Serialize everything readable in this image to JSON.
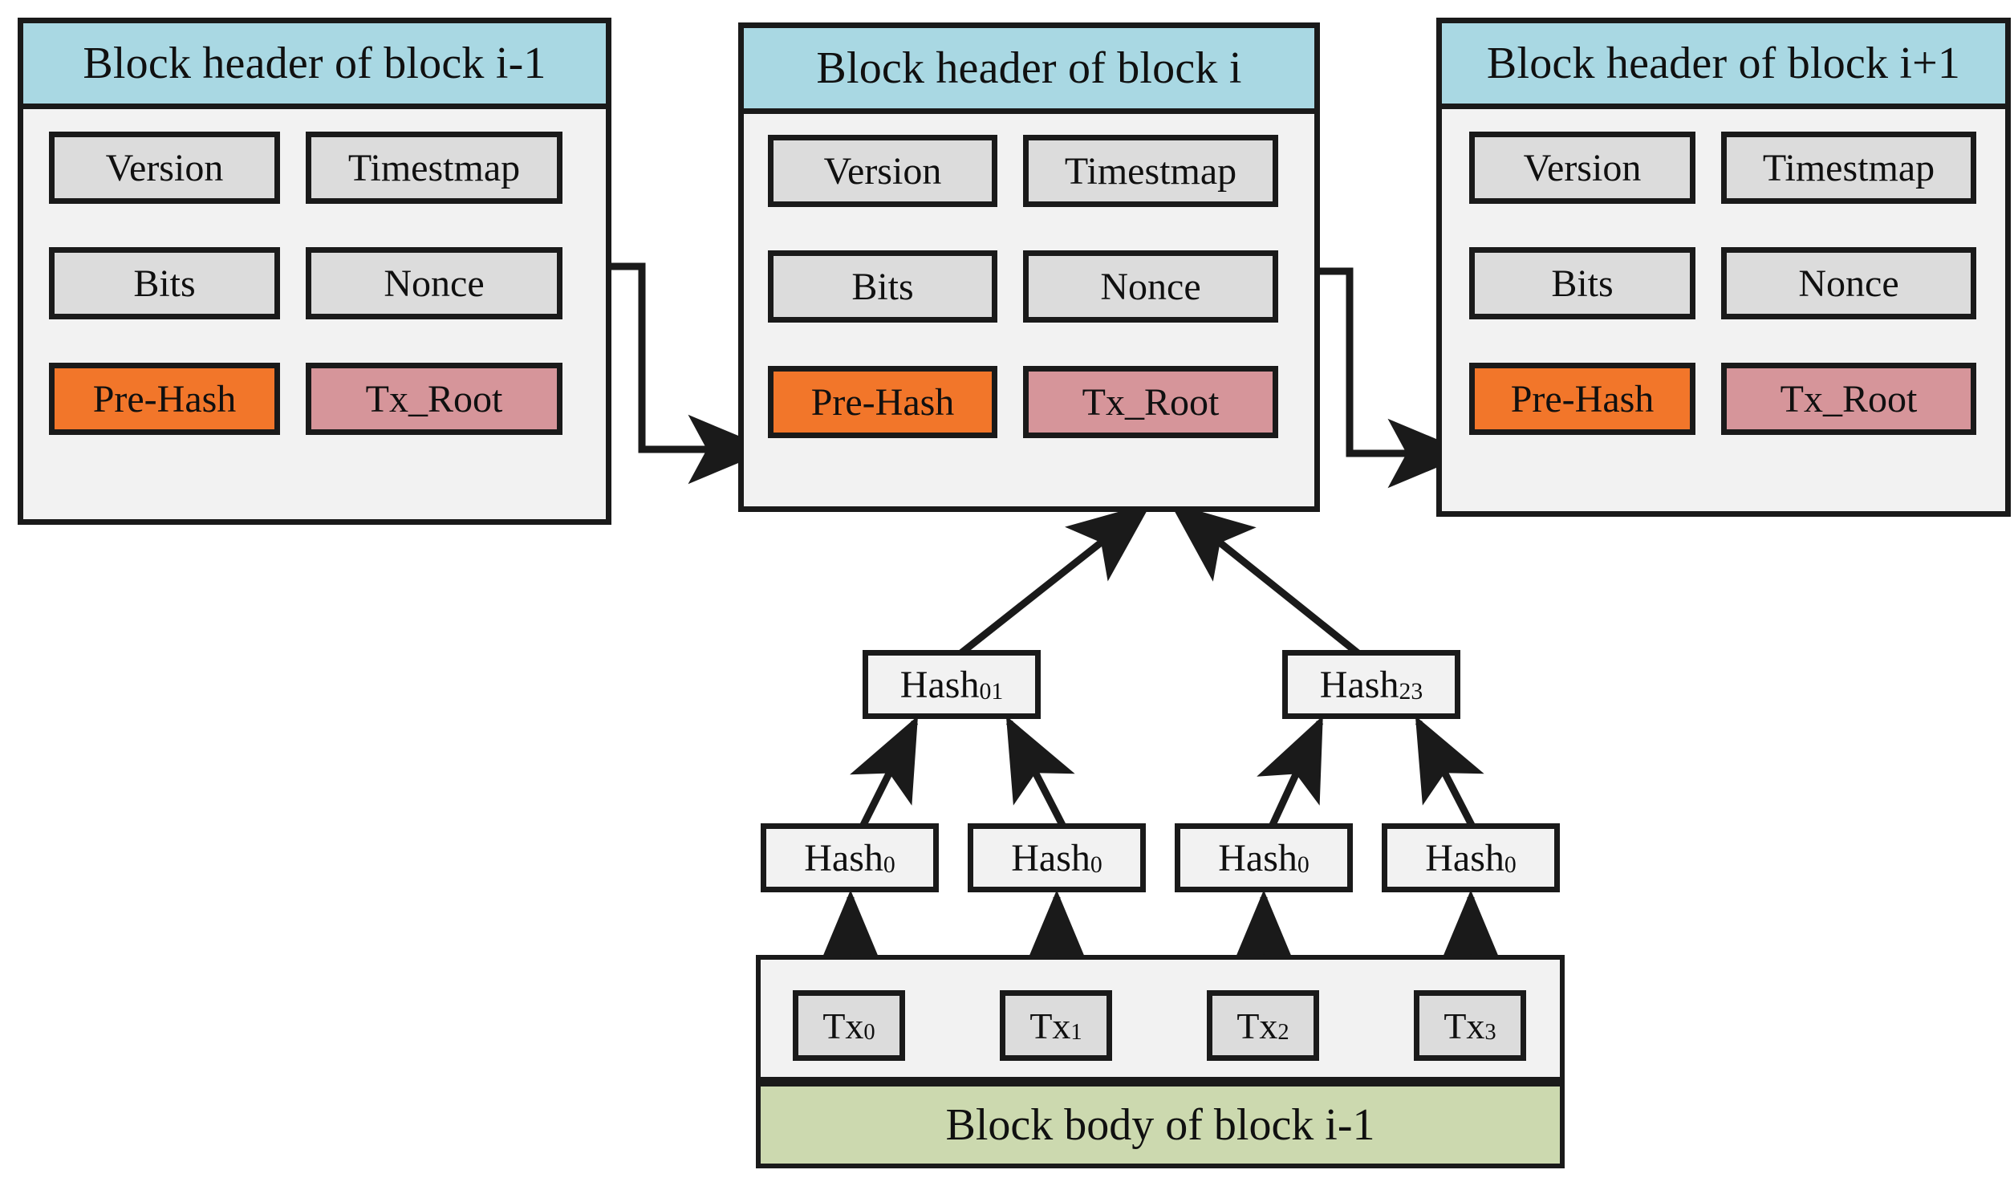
{
  "diagram": {
    "title": "Blockchain block header and Merkle tree structure",
    "colors": {
      "header_blue": "#a9d8e3",
      "card_body": "#f2f2f2",
      "field_grey": "#dcdcdc",
      "prehash_orange": "#f2762a",
      "txroot_pink": "#d6959a",
      "body_green": "#ccd9af",
      "stroke": "#1a1a1a"
    }
  },
  "blocks": [
    {
      "id": "block-prev",
      "title": "Block header of block i-1",
      "fields": [
        {
          "name": "version",
          "label": "Version"
        },
        {
          "name": "timestmap",
          "label": "Timestmap"
        },
        {
          "name": "bits",
          "label": "Bits"
        },
        {
          "name": "nonce",
          "label": "Nonce"
        },
        {
          "name": "pre-hash",
          "label": "Pre-Hash"
        },
        {
          "name": "tx-root",
          "label": "Tx_Root"
        }
      ]
    },
    {
      "id": "block-current",
      "title": "Block header of block i",
      "fields": [
        {
          "name": "version",
          "label": "Version"
        },
        {
          "name": "timestmap",
          "label": "Timestmap"
        },
        {
          "name": "bits",
          "label": "Bits"
        },
        {
          "name": "nonce",
          "label": "Nonce"
        },
        {
          "name": "pre-hash",
          "label": "Pre-Hash"
        },
        {
          "name": "tx-root",
          "label": "Tx_Root"
        }
      ]
    },
    {
      "id": "block-next",
      "title": "Block header of block i+1",
      "fields": [
        {
          "name": "version",
          "label": "Version"
        },
        {
          "name": "timestmap",
          "label": "Timestmap"
        },
        {
          "name": "bits",
          "label": "Bits"
        },
        {
          "name": "nonce",
          "label": "Nonce"
        },
        {
          "name": "pre-hash",
          "label": "Pre-Hash"
        },
        {
          "name": "tx-root",
          "label": "Tx_Root"
        }
      ]
    }
  ],
  "merkle": {
    "internal_nodes": [
      {
        "base": "Hash",
        "sub": "01"
      },
      {
        "base": "Hash",
        "sub": "23"
      }
    ],
    "leaf_nodes": [
      {
        "base": "Hash",
        "sub": "0"
      },
      {
        "base": "Hash",
        "sub": "0"
      },
      {
        "base": "Hash",
        "sub": "0"
      },
      {
        "base": "Hash",
        "sub": "0"
      }
    ],
    "transactions": [
      {
        "base": "Tx",
        "sub": "0"
      },
      {
        "base": "Tx",
        "sub": "1"
      },
      {
        "base": "Tx",
        "sub": "2"
      },
      {
        "base": "Tx",
        "sub": "3"
      }
    ]
  },
  "body": {
    "label": "Block body of block i-1"
  }
}
